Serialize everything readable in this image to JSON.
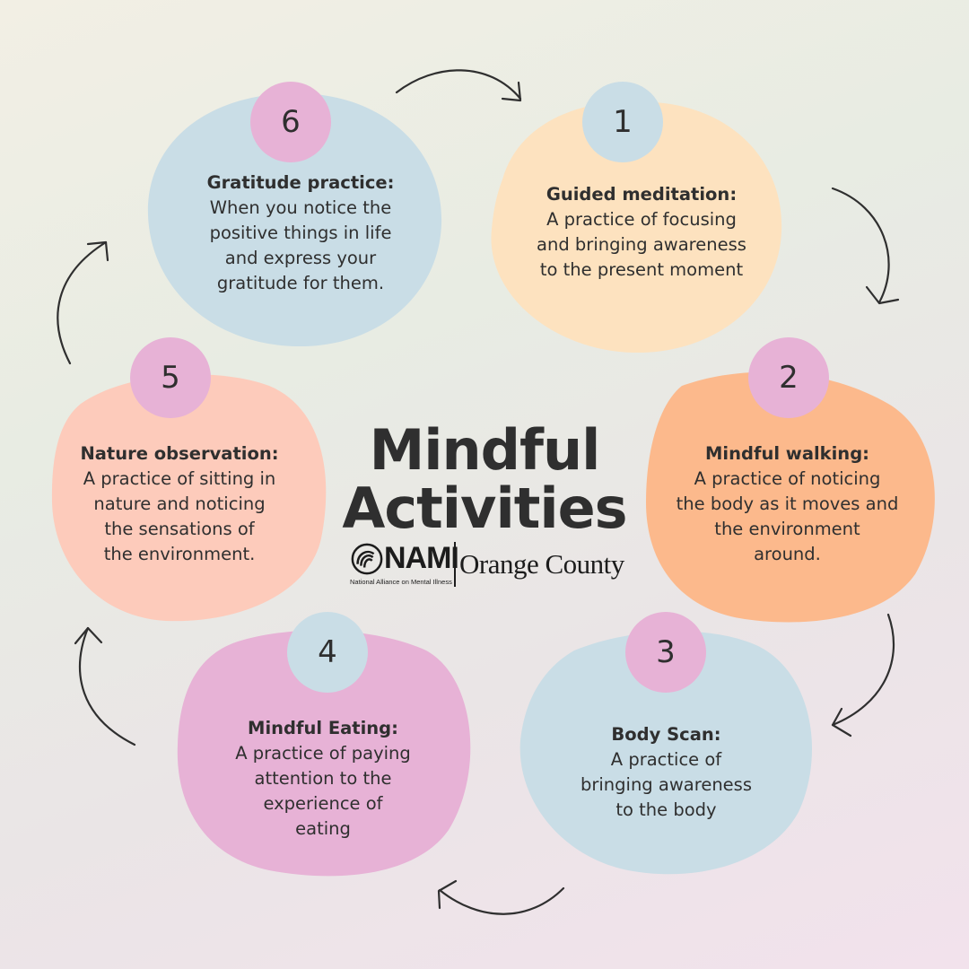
{
  "title": {
    "line1": "Mindful",
    "line2": "Activities"
  },
  "logo": {
    "name": "NAMI",
    "subtitle": "National Alliance on Mental Illness",
    "org": "Orange County"
  },
  "activities": [
    {
      "number": "1",
      "title": "Guided meditation:",
      "description": "A practice of focusing\nand bringing awareness\nto the present moment",
      "color": "#fde2bf",
      "badge_color": "#c9dde6"
    },
    {
      "number": "2",
      "title": "Mindful walking:",
      "description": "A practice of noticing\nthe body as it moves and\nthe environment\naround.",
      "color": "#fcb98c",
      "badge_color": "#e7b2d6"
    },
    {
      "number": "3",
      "title": "Body Scan:",
      "description": "A practice of\nbringing awareness\nto the body",
      "color": "#c9dde6",
      "badge_color": "#e7b2d6"
    },
    {
      "number": "4",
      "title": "Mindful Eating:",
      "description": "A practice of paying\nattention to the\nexperience of\neating",
      "color": "#e7b2d6",
      "badge_color": "#c9dde6"
    },
    {
      "number": "5",
      "title": "Nature observation:",
      "description": "A practice of sitting in\nnature and noticing\nthe sensations of\nthe environment.",
      "color": "#fdcbbb",
      "badge_color": "#e7b2d6"
    },
    {
      "number": "6",
      "title": "Gratitude practice:",
      "description": "When you notice the\npositive things in life\nand express your\ngratitude for them.",
      "color": "#c9dde6",
      "badge_color": "#e7b2d6"
    }
  ],
  "colors": {
    "text": "#2f2f2f",
    "arrow": "#2f2f2f"
  }
}
